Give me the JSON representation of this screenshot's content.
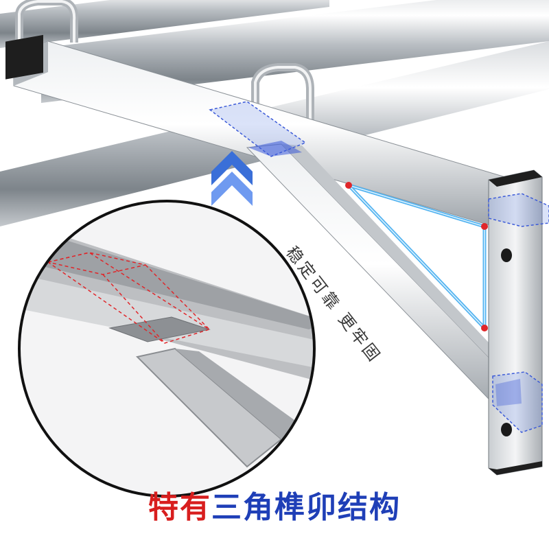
{
  "caption": {
    "part1": "特有",
    "part2": "三角榫卯结构"
  },
  "side_label": "稳定可靠 更牢固",
  "colors": {
    "caption_red": "#d81e1e",
    "caption_blue": "#1f3fb7",
    "triangle_blue": "#55b4f0",
    "joint_red": "#e0262a",
    "arrow_blue": "#3a6fd8"
  }
}
